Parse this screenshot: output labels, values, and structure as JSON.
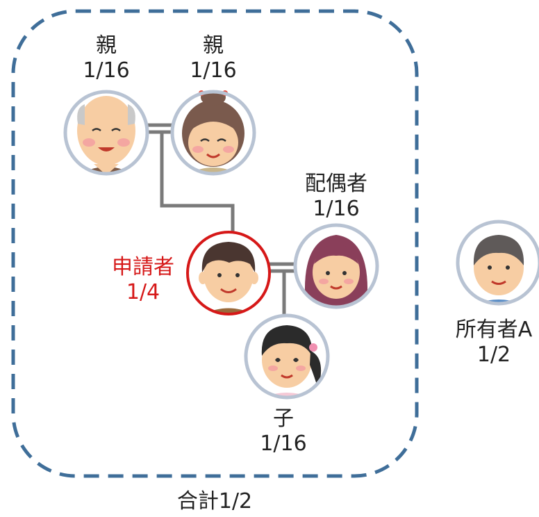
{
  "colors": {
    "frame_border": "#3f6e99",
    "connector": "#7a7a7a",
    "circle_border": "#b8c3d3",
    "highlight": "#d61818",
    "text": "#222222"
  },
  "family_group": {
    "parent_1": {
      "role": "親",
      "share": "1/16",
      "icon": "grandfather-face-icon"
    },
    "parent_2": {
      "role": "親",
      "share": "1/16",
      "icon": "grandmother-face-icon"
    },
    "applicant": {
      "role": "申請者",
      "share": "1/4",
      "icon": "man-face-icon"
    },
    "spouse": {
      "role": "配偶者",
      "share": "1/16",
      "icon": "woman-face-icon"
    },
    "child": {
      "role": "子",
      "share": "1/16",
      "icon": "girl-face-icon"
    },
    "total": "合計1/2"
  },
  "other_owner": {
    "role": "所有者A",
    "share": "1/2",
    "icon": "older-man-face-icon"
  }
}
